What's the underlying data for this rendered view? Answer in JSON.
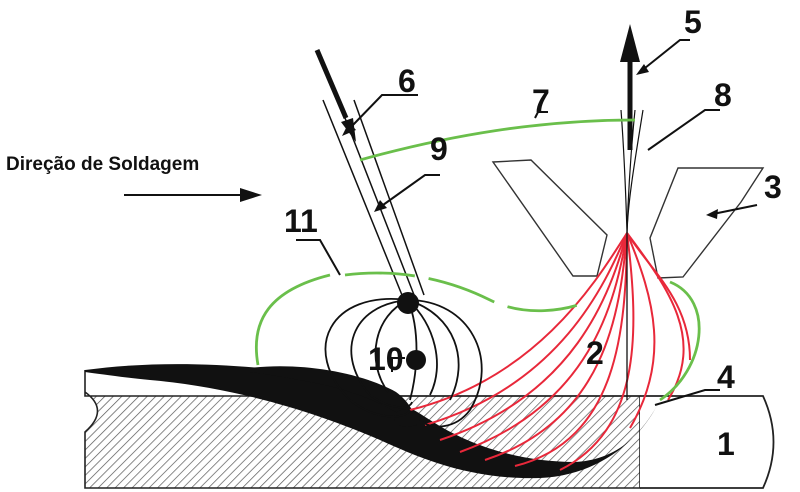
{
  "direction_label": "Direção de Soldagem",
  "labels": {
    "l1": "1",
    "l2": "2",
    "l3": "3",
    "l4": "4",
    "l5": "5",
    "l6": "6",
    "l7": "7",
    "l8": "8",
    "l9": "9",
    "l10": "10",
    "l11": "11"
  },
  "colors": {
    "red_lines": "#e8283a",
    "green_lines": "#6abf4b",
    "ink": "#111111"
  }
}
